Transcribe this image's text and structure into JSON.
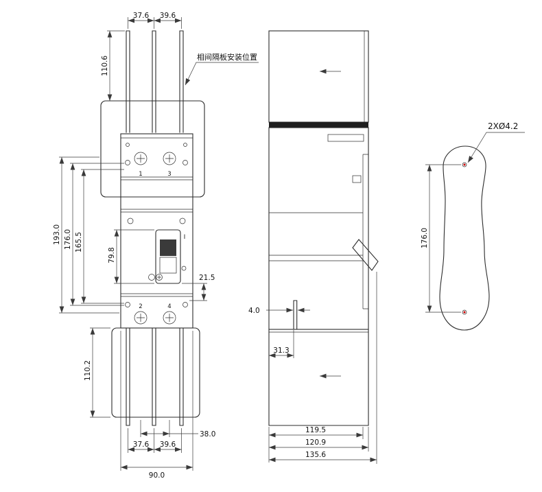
{
  "front": {
    "note_phase_barrier": "相间隔板安装位置",
    "poles": [
      "1",
      "3",
      "2",
      "4"
    ],
    "on_mark": "I",
    "dims": {
      "top_pitch_left": "37.6",
      "top_pitch_right": "39.6",
      "top_terminal_len": "110.6",
      "overall_h": "193.0",
      "mount_pitch": "176.0",
      "h_165_5": "165.5",
      "cover_h": "79.8",
      "right_offset": "21.5",
      "bottom_terminal_len": "110.2",
      "pitch_38": "38.0",
      "bottom_pitch_left": "37.6",
      "bottom_pitch_right": "39.6",
      "overall_w": "90.0"
    }
  },
  "side": {
    "dims": {
      "tab_thickness": "4.0",
      "tab_offset": "31.3",
      "depth_a": "119.5",
      "depth_b": "120.9",
      "depth_c": "135.6"
    }
  },
  "template": {
    "hole_callout": "2XØ4.2",
    "hole_pitch": "176.0"
  },
  "colors": {
    "line": "#2b2b2b",
    "dim": "#3a3a3a",
    "hole_mark": "#cc0000"
  }
}
